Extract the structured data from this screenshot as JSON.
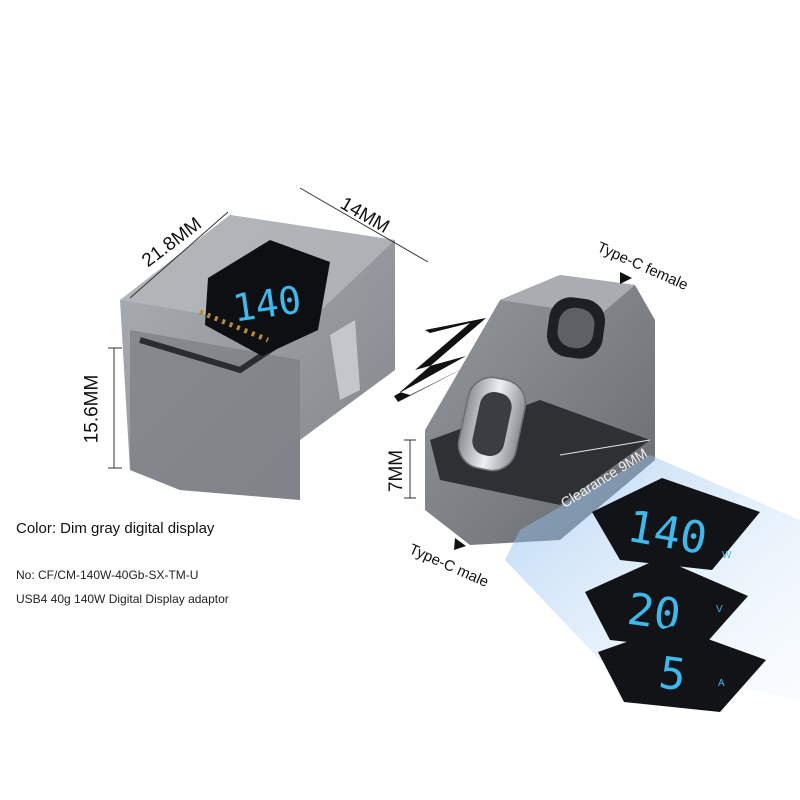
{
  "dimensions": {
    "width": "21.8MM",
    "depth": "14MM",
    "height": "15.6MM",
    "connector_height": "7MM",
    "clearance": "Clearance 9MM"
  },
  "ports": {
    "female": "Type-C female",
    "male": "Type-C male"
  },
  "product": {
    "color": "Color: Dim gray digital display",
    "model": "No: CF/CM-140W-40Gb-SX-TM-U",
    "description": "USB4 40g 140W Digital Display adaptor"
  },
  "display_readings": {
    "watts": "140",
    "watts_unit": "W",
    "volts": "20",
    "volts_unit": "V",
    "amps": "5",
    "amps_unit": "A"
  },
  "colors": {
    "display_cyan": "#3fb8ec",
    "body_gray": "#6f7378",
    "dark_body": "#2e3134"
  }
}
